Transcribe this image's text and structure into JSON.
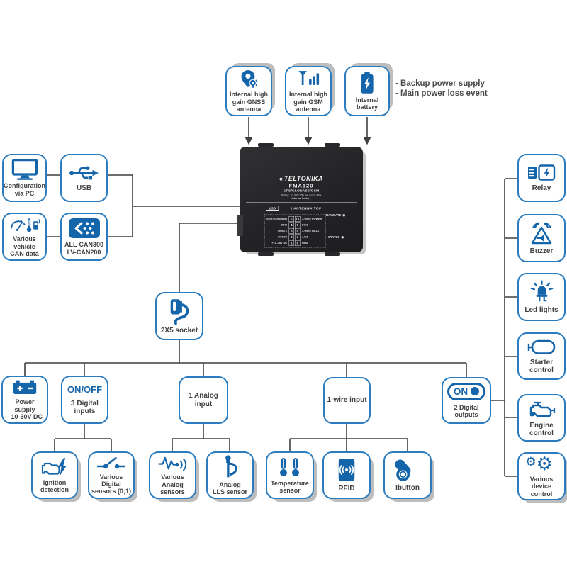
{
  "colors": {
    "box_border_blue": "#2b7dc0",
    "icon_blue": "#1565ab",
    "text_dark": "#414044",
    "connector_line": "#3f3f41",
    "device_body": "#232325",
    "shadow_grey": "#bdbdbd"
  },
  "top": {
    "gnss": {
      "icon": "gnss-antenna-icon",
      "label": "Internal high\ngain GNSS\nantenna"
    },
    "gsm": {
      "icon": "gsm-antenna-icon",
      "label": "Internal high\ngain GSM\nantenna"
    },
    "battery": {
      "icon": "battery-icon",
      "label": "Internal\nbattery"
    },
    "battery_notes": "- Backup power supply\n- Main power loss event"
  },
  "device": {
    "logo_mark": "«",
    "brand": "TELTONIKA",
    "model": "FMA120",
    "system": "GPS/GLONASS/GSM",
    "rating": "Rating: 10-30V  350 mA r.m.s. Max",
    "battery_note": "Internal battery",
    "usb_port": "USB",
    "antenna_note": "! ANTENNA TOP",
    "navigate_led": "NAVIGATE",
    "status_led": "STATUS",
    "pins": [
      {
        "left": "IGNITION (DIN1)",
        "l": "5",
        "r": "10",
        "right": "1-WIRE POWER"
      },
      {
        "left": "DIN2",
        "l": "4",
        "r": "9",
        "right": "DIN3"
      },
      {
        "left": "DOUT1",
        "l": "3",
        "r": "8",
        "right": "1-WIRE DATA"
      },
      {
        "left": "DOUT2",
        "l": "2",
        "r": "7",
        "right": "AIN1"
      },
      {
        "left": "+10..30V DC",
        "l": "1",
        "r": "6",
        "right": "GND"
      }
    ]
  },
  "left": {
    "config_pc": {
      "icon": "monitor-icon",
      "label": "Configuration\nvia PC"
    },
    "usb": {
      "icon": "usb-icon",
      "label": "USB"
    },
    "can_data": {
      "icon": "vehicle-gauges-icon",
      "label": "Various\nvehicle\nCAN data"
    },
    "all_can": {
      "icon": "can-adapter-icon",
      "label": "ALL-CAN300\nLV-CAN200"
    }
  },
  "socket": {
    "icon": "plug-icon",
    "label": "2X5 socket"
  },
  "middle": {
    "power": {
      "icon": "car-battery-icon",
      "label": "Power supply\n- 10-30V DC"
    },
    "digital_inputs": {
      "title": "ON/OFF",
      "label": "3 Digital\ninputs"
    },
    "analog_input": {
      "label": "1 Analog\ninput"
    },
    "one_wire": {
      "label": "1-wire input"
    },
    "digital_outputs": {
      "toggle_text": "ON",
      "icon": "on-toggle-icon",
      "label": "2 Digital\noutputs"
    }
  },
  "bottom": {
    "ignition": {
      "icon": "engine-spark-icon",
      "label": "Ignition\ndetection"
    },
    "digital_sensors": {
      "icon": "switch-icon",
      "label": "Various\nDigital\nsensors (0;1)"
    },
    "analog_sensors": {
      "icon": "waveform-icon",
      "label": "Various\nAnalog\nsensors"
    },
    "lls": {
      "icon": "fuel-probe-icon",
      "label": "Analog\nLLS sensor"
    },
    "temperature": {
      "icon": "thermometers-icon",
      "label": "Temperature\nsensor"
    },
    "rfid": {
      "icon": "rfid-card-icon",
      "label": "RFID"
    },
    "ibutton": {
      "icon": "ibutton-reader-icon",
      "label": "Ibutton"
    }
  },
  "right": {
    "relay": {
      "icon": "relay-icon",
      "label": "Relay"
    },
    "buzzer": {
      "icon": "buzzer-icon",
      "label": "Buzzer"
    },
    "led": {
      "icon": "led-icon",
      "label": "Led lights"
    },
    "starter": {
      "icon": "starter-motor-icon",
      "label": "Starter\ncontrol"
    },
    "engine": {
      "icon": "engine-icon",
      "label": "Engine\ncontrol"
    },
    "various": {
      "icon": "gears-icon",
      "glyph": "⚙",
      "label": "Various\ndevice\ncontrol"
    }
  }
}
